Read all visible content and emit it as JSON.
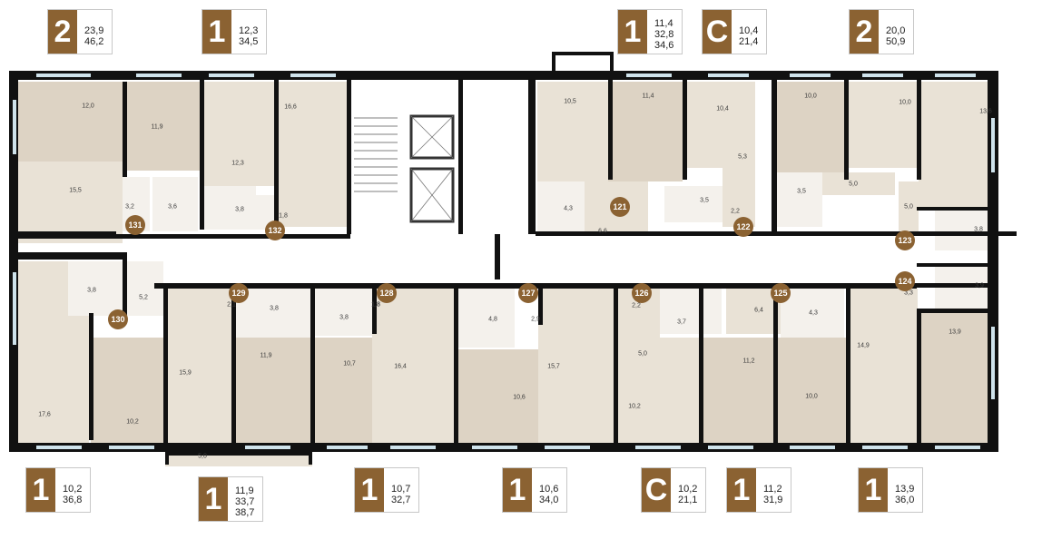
{
  "colors": {
    "brand": "#8b6232",
    "wall": "#111111",
    "living_fill": "#e9e2d6",
    "bedroom_fill": "#ddd3c4",
    "wet_fill": "#f4f1ec",
    "corridor_fill": "#ffffff",
    "window": "#cfe3ec"
  },
  "top_tags": [
    {
      "type": "2",
      "l1": "23,9",
      "l2": "46,2",
      "l3": ""
    },
    {
      "type": "1",
      "l1": "12,3",
      "l2": "34,5",
      "l3": ""
    },
    {
      "type": "1",
      "l1": "11,4",
      "l2": "32,8",
      "l3": "34,6"
    },
    {
      "type": "С",
      "l1": "10,4",
      "l2": "21,4",
      "l3": ""
    },
    {
      "type": "2",
      "l1": "20,0",
      "l2": "50,9",
      "l3": ""
    }
  ],
  "bottom_tags": [
    {
      "type": "1",
      "l1": "10,2",
      "l2": "36,8",
      "l3": ""
    },
    {
      "type": "1",
      "l1": "11,9",
      "l2": "33,7",
      "l3": "38,7"
    },
    {
      "type": "1",
      "l1": "10,7",
      "l2": "32,7",
      "l3": ""
    },
    {
      "type": "1",
      "l1": "10,6",
      "l2": "34,0",
      "l3": ""
    },
    {
      "type": "С",
      "l1": "10,2",
      "l2": "21,1",
      "l3": ""
    },
    {
      "type": "1",
      "l1": "11,2",
      "l2": "31,9",
      "l3": ""
    },
    {
      "type": "1",
      "l1": "13,9",
      "l2": "36,0",
      "l3": ""
    }
  ],
  "apartments": [
    "121",
    "122",
    "123",
    "124",
    "125",
    "126",
    "127",
    "128",
    "129",
    "130",
    "131",
    "132"
  ],
  "room_areas": [
    "12,0",
    "11,9",
    "15,5",
    "3,2",
    "3,6",
    "12,3",
    "16,6",
    "3,8",
    "1,8",
    "1,8",
    "10,5",
    "11,4",
    "10,4",
    "10,0",
    "10,0",
    "13,6",
    "4,3",
    "6,6",
    "5,3",
    "3,5",
    "2,2",
    "3,5",
    "5,0",
    "5,0",
    "3,8",
    "3,3",
    "3,9",
    "3,8",
    "5,2",
    "17,6",
    "10,2",
    "2,1",
    "3,8",
    "15,9",
    "11,9",
    "5,0",
    "1,8",
    "3,8",
    "10,7",
    "16,4",
    "4,8",
    "2,9",
    "15,7",
    "10,6",
    "2,2",
    "3,7",
    "5,0",
    "10,2",
    "6,4",
    "4,3",
    "11,2",
    "10,0",
    "14,9",
    "13,9"
  ]
}
